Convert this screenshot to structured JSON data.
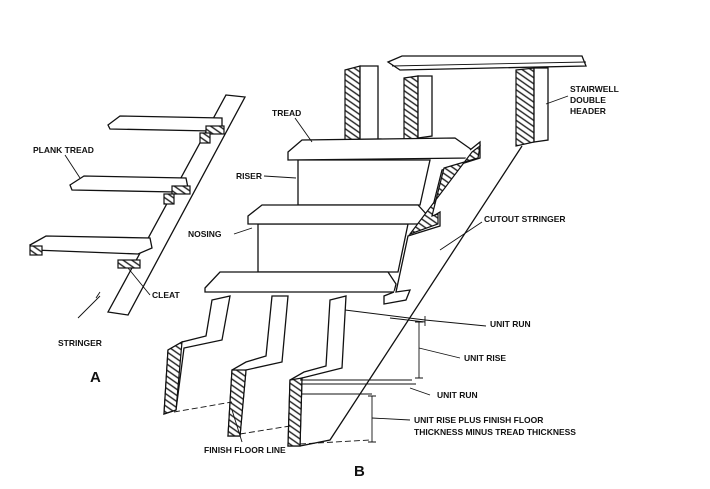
{
  "figure_a": {
    "id_label": "A",
    "labels": {
      "plank_tread": "PLANK TREAD",
      "cleat": "CLEAT",
      "stringer": "STRINGER"
    }
  },
  "figure_b": {
    "id_label": "B",
    "labels": {
      "tread": "TREAD",
      "riser": "RISER",
      "nosing": "NOSING",
      "header_line1": "STAIRWELL",
      "header_line2": "DOUBLE",
      "header_line3": "HEADER",
      "cutout_stringer": "CUTOUT STRINGER",
      "unit_run_top": "UNIT RUN",
      "unit_rise": "UNIT RISE",
      "unit_run_bottom": "UNIT RUN",
      "bottom_rise_line1": "UNIT RISE PLUS FINISH FLOOR",
      "bottom_rise_line2": "THICKNESS MINUS TREAD THICKNESS",
      "finish_floor_line": "FINISH FLOOR LINE"
    }
  }
}
